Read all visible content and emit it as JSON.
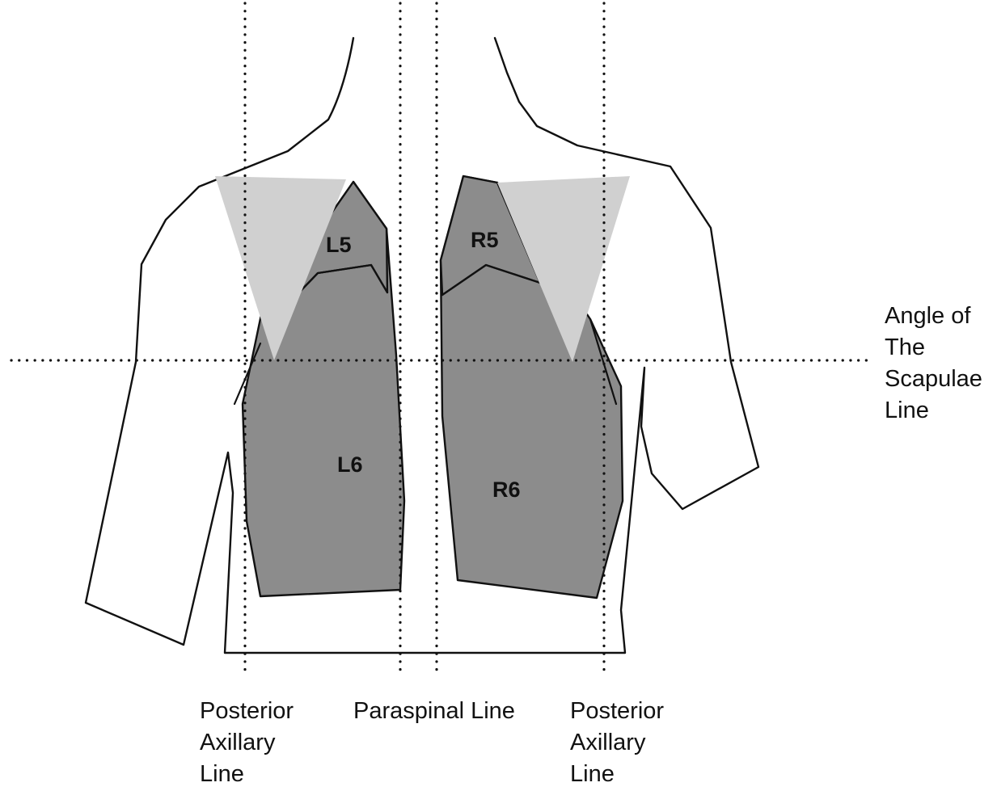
{
  "colors": {
    "zone_fill": "#8c8c8c",
    "scapula_fill": "#d0d0d0",
    "outline": "#111111",
    "background": "#ffffff"
  },
  "zones": [
    {
      "id": "L5",
      "label": "L5"
    },
    {
      "id": "L6",
      "label": "L6"
    },
    {
      "id": "R5",
      "label": "R5"
    },
    {
      "id": "R6",
      "label": "R6"
    }
  ],
  "labels": {
    "angle_scapulae": [
      "Angle of",
      "The",
      "Scapulae",
      "Line"
    ],
    "posterior_axillary_left": [
      "Posterior",
      "Axillary",
      "Line"
    ],
    "paraspinal": [
      "Paraspinal Line"
    ],
    "posterior_axillary_right": [
      "Posterior",
      "Axillary",
      "Line"
    ]
  }
}
